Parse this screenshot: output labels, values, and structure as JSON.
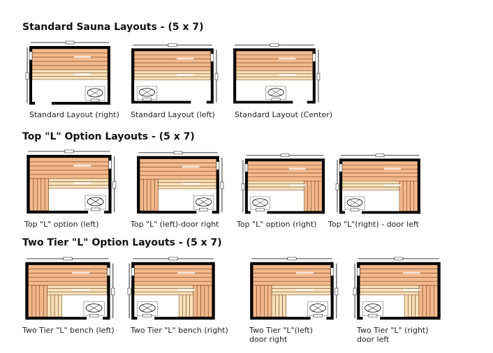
{
  "sections": [
    {
      "title": "Standard Sauna Layouts - (5 x 7)",
      "layouts": [
        {
          "caption": "Standard Layout (right)"
        },
        {
          "caption": "Standard Layout (left)"
        },
        {
          "caption": "Standard Layout (Center)"
        }
      ]
    },
    {
      "title": "Top \"L\" Option Layouts - (5 x 7)",
      "layouts": [
        {
          "caption": "Top \"L\"  option (left)"
        },
        {
          "caption": "Top \"L\" (left)-door right"
        },
        {
          "caption": "Top \"L\" option (right)"
        },
        {
          "caption": "Top \"L\"(right) - door left"
        }
      ]
    },
    {
      "title": "Two Tier \"L\" Option Layouts - (5 x 7)",
      "layouts": [
        {
          "caption": "Two Tier \"L\" bench (left)"
        },
        {
          "caption": "Two Tier \"L\" bench (right)"
        },
        {
          "caption": "Two Tier \"L\"(left)",
          "caption2": "door right"
        },
        {
          "caption": "Two Tier \"L\" (right)",
          "caption2": "door left"
        }
      ]
    }
  ],
  "colors": {
    "upper_bench": "#f2b98c",
    "lower_bench": "#f8e2ba",
    "wall": "#000000",
    "slat_line": "#7a4a2a"
  }
}
